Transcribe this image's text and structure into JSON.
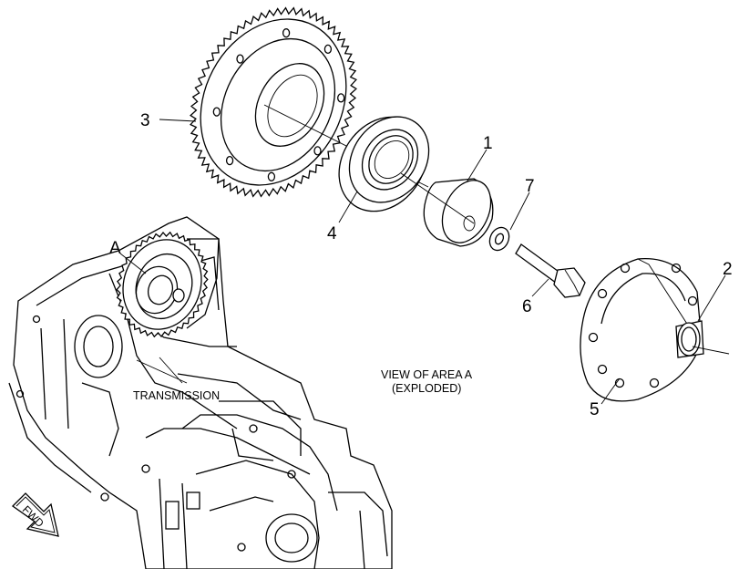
{
  "callouts": {
    "c1": "1",
    "c2": "2",
    "c3": "3",
    "c4": "4",
    "c5": "5",
    "c6": "6",
    "c7": "7",
    "area": "A"
  },
  "labels": {
    "transmission": "TRANSMISSION",
    "view_line1": "VIEW OF AREA A",
    "view_line2": "(EXPLODED)",
    "fwd": "FWD"
  }
}
